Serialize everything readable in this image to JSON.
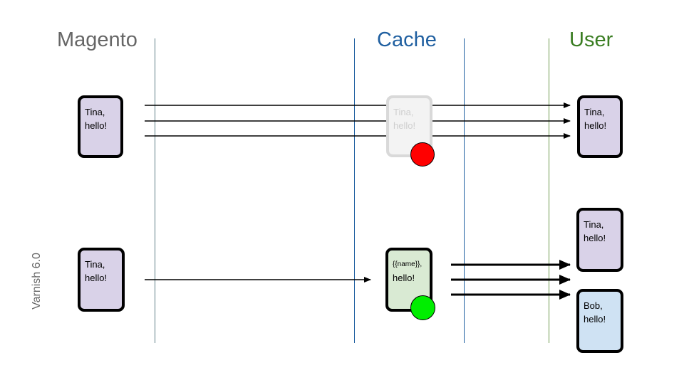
{
  "columns": {
    "magento": {
      "label": "Magento",
      "color": "#666666"
    },
    "cache": {
      "label": "Cache",
      "color": "#1f5fa0"
    },
    "user": {
      "label": "User",
      "color": "#3a7d22"
    }
  },
  "side_label": "Varnish 6.0",
  "colors": {
    "purple_card": "#d9d2e8",
    "green_card": "#d9ead3",
    "blue_card": "#cfe2f3",
    "red_dot": "#ff0000",
    "green_dot": "#00ee00"
  },
  "top_row": {
    "magento_card": {
      "line1": "Tina,",
      "line2": "hello!"
    },
    "cache_card": {
      "line1": "Tina,",
      "line2": "hello!",
      "state": "miss"
    },
    "user_card": {
      "line1": "Tina,",
      "line2": "hello!"
    }
  },
  "bottom_row": {
    "magento_card": {
      "line1": "Tina,",
      "line2": "hello!"
    },
    "cache_card": {
      "line1": "{{name}},",
      "line2": "hello!",
      "state": "hit"
    },
    "user_card_tina": {
      "line1": "Tina,",
      "line2": "hello!"
    },
    "user_card_bob": {
      "line1": "Bob,",
      "line2": "hello!"
    }
  }
}
